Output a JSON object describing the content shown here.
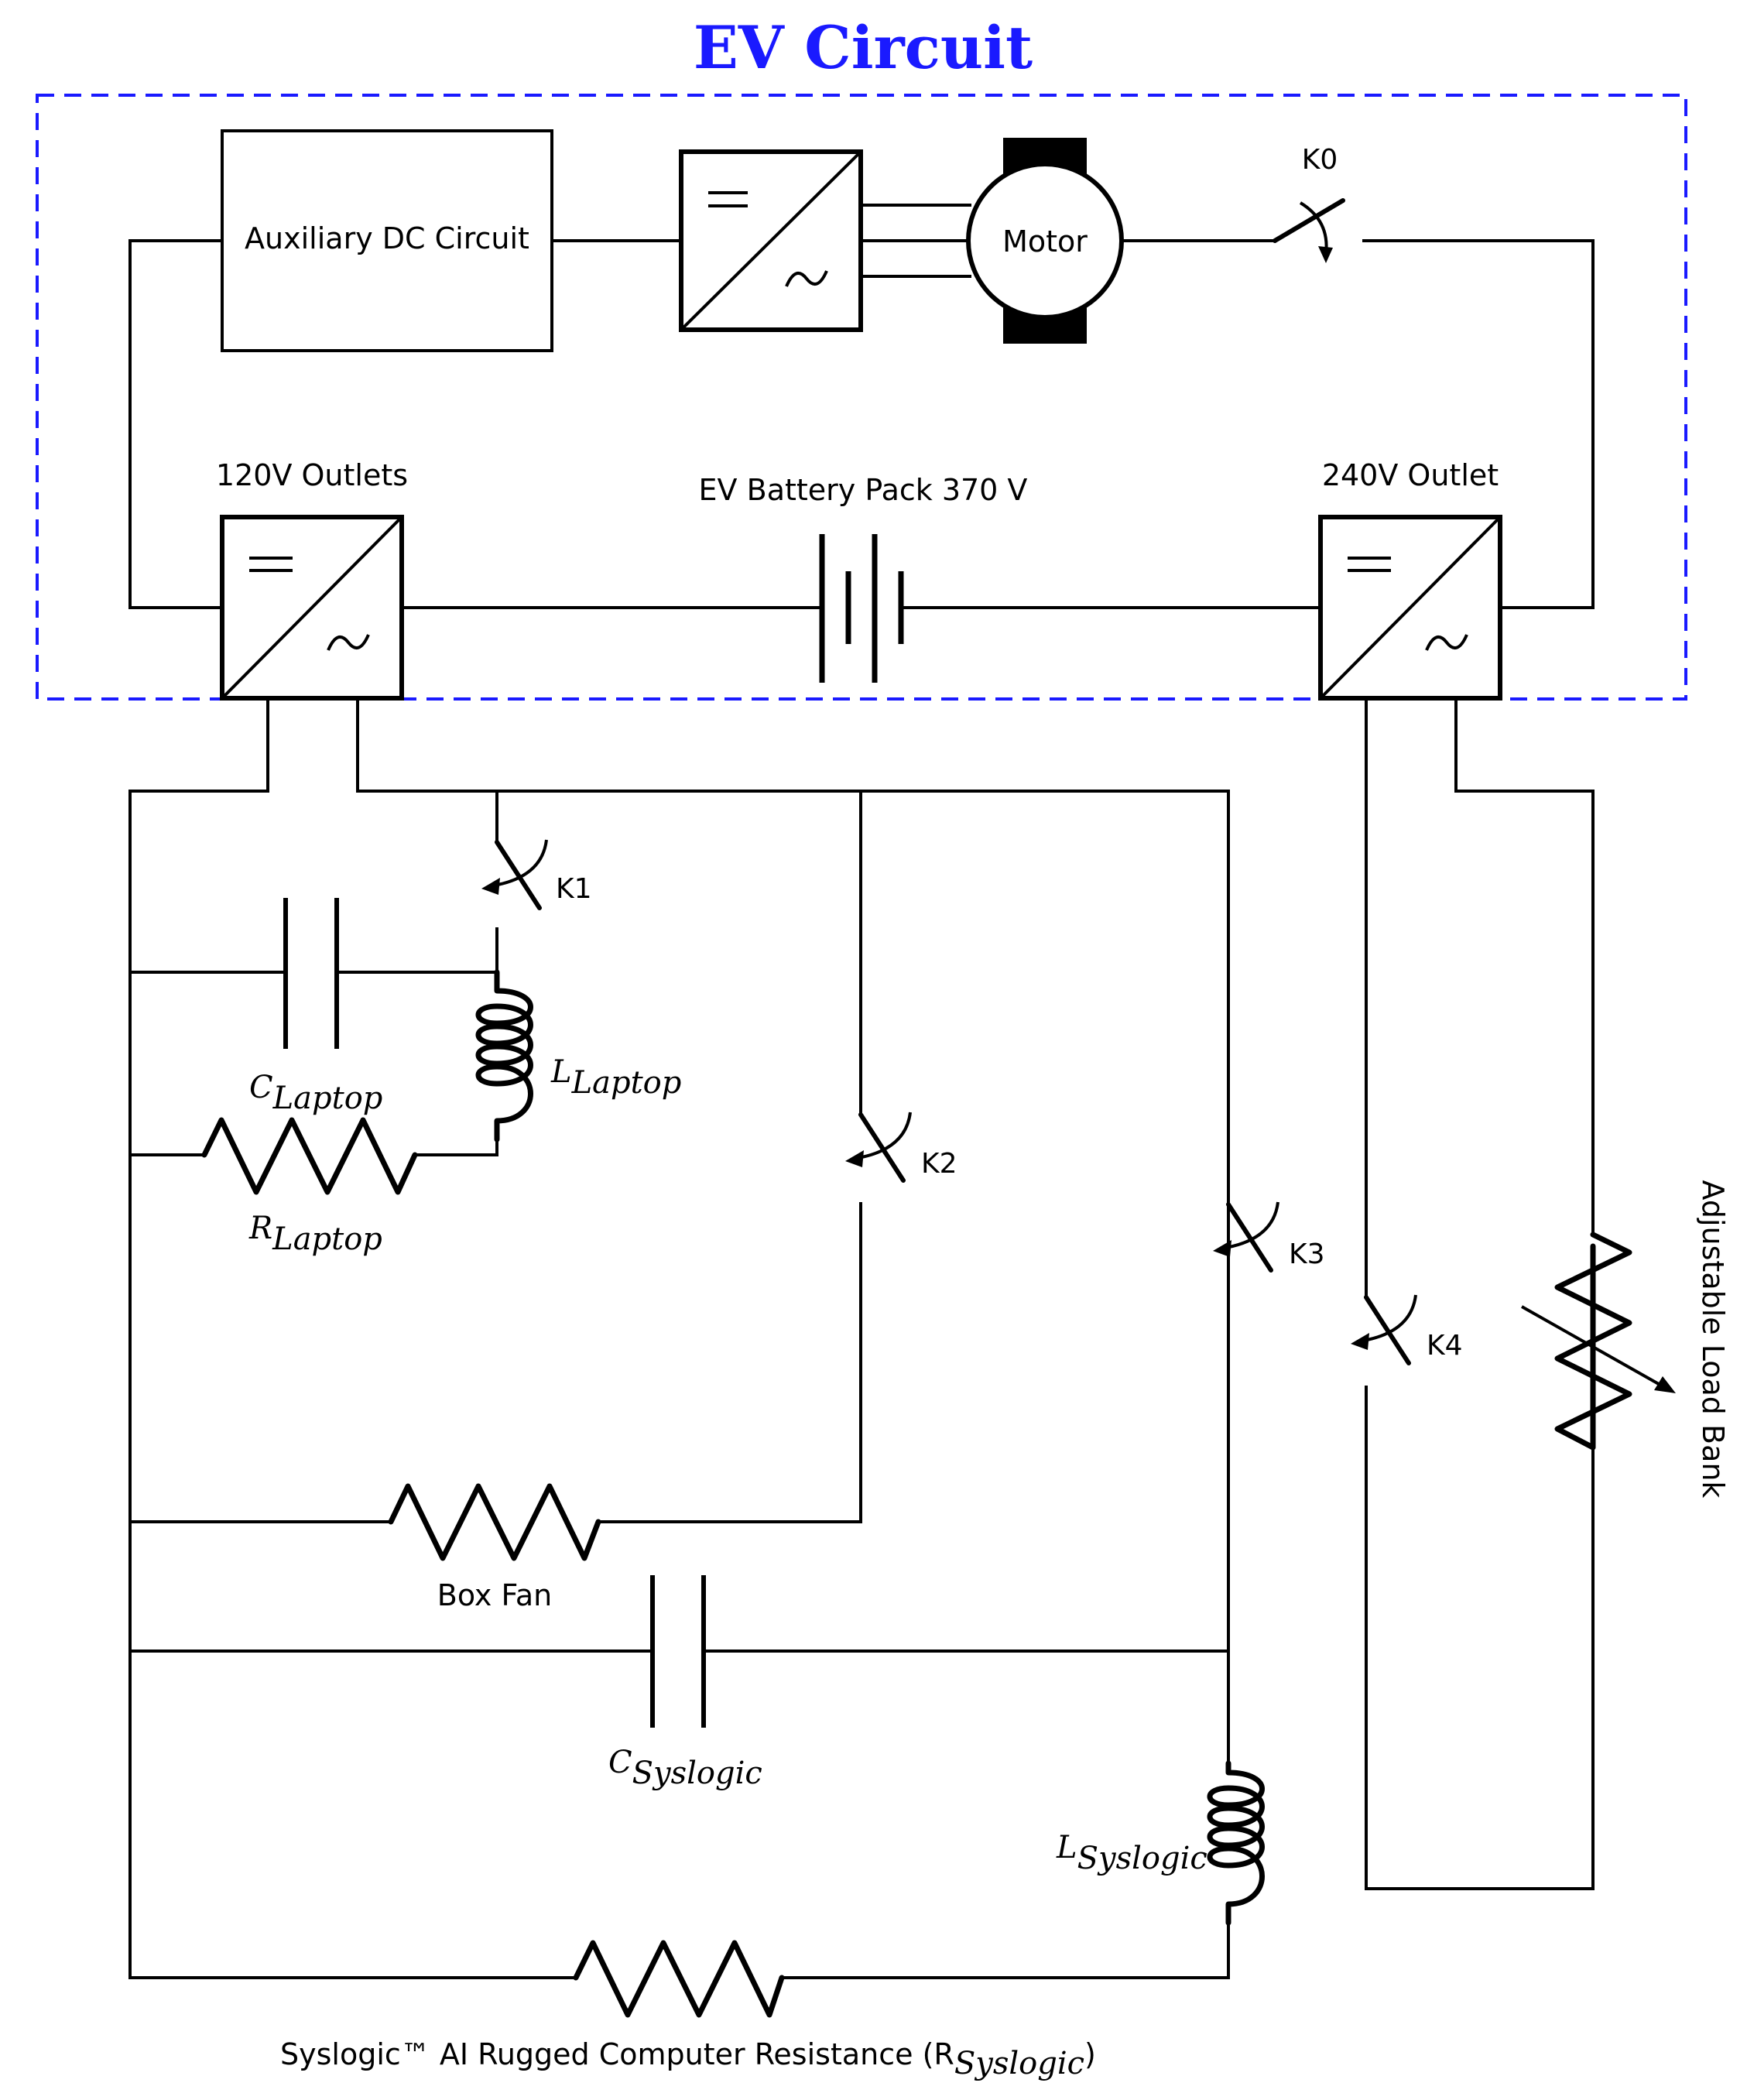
{
  "title": "EV Circuit",
  "colors": {
    "title": "#1a1aff",
    "boundary": "#1a1aff",
    "wire": "#000000"
  },
  "blocks": {
    "aux_dc": "Auxiliary DC Circuit",
    "motor": "Motor",
    "outlet_120": "120V Outlets",
    "outlet_240": "240V Outlet",
    "battery": "EV Battery Pack 370 V",
    "box_fan": "Box Fan",
    "load_bank": "Adjustable Load Bank",
    "syslogic_resistance": "Syslogic™ AI Rugged Computer Resistance (R",
    "syslogic_resistance_sub": "Syslogic",
    "syslogic_resistance_end": ")"
  },
  "switches": [
    "K0",
    "K1",
    "K2",
    "K3",
    "K4"
  ],
  "components": {
    "c_laptop": {
      "sym": "C",
      "sub": "Laptop"
    },
    "l_laptop": {
      "sym": "L",
      "sub": "Laptop"
    },
    "r_laptop": {
      "sym": "R",
      "sub": "Laptop"
    },
    "c_syslogic": {
      "sym": "C",
      "sub": "Syslogic"
    },
    "l_syslogic": {
      "sym": "L",
      "sub": "Syslogic"
    }
  },
  "converter_symbols": {
    "dc": "=",
    "ac": "~"
  }
}
